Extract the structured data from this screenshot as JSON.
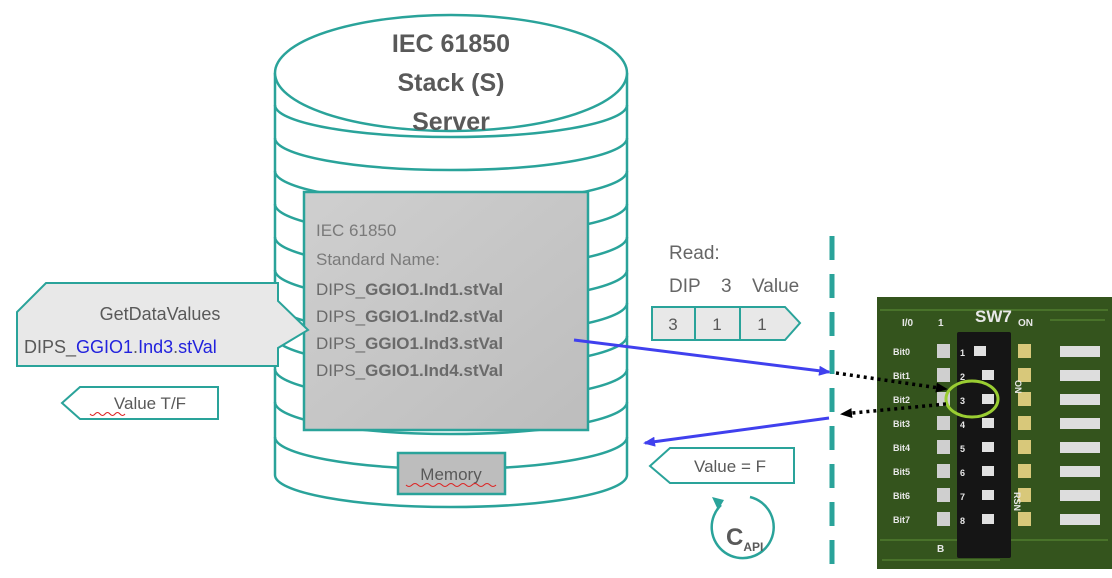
{
  "server": {
    "title_lines": [
      "IEC 61850",
      "Stack (S)",
      "Server"
    ]
  },
  "standard_box": {
    "heading_line1": "IEC 61850",
    "heading_line2": "Standard Name:",
    "signals": [
      {
        "prefix": "DIPS_",
        "mid": "GGIO1",
        "suffix": ".Ind1.stVal"
      },
      {
        "prefix": "DIPS_",
        "mid": "GGIO1",
        "suffix": ".Ind2.stVal"
      },
      {
        "prefix": "DIPS_",
        "mid": "GGIO1",
        "suffix": ".Ind3.stVal"
      },
      {
        "prefix": "DIPS_",
        "mid": "GGIO1",
        "suffix": ".Ind4.stVal"
      }
    ]
  },
  "memory_label": "Memory",
  "get_data_call": {
    "line1": "GetDataValues",
    "prefix": "DIPS_",
    "mid": "GGIO1",
    "sep1": ".",
    "ind": "Ind3",
    "sep2": ".",
    "stval": "stVal"
  },
  "value_tf_label": "Value T/F",
  "read": {
    "line1": "Read:",
    "dip_word": "DIP",
    "dip_num": "3",
    "value_word": "Value",
    "segments": [
      "3",
      "1",
      "1"
    ]
  },
  "value_f_label": "Value = F",
  "capi": {
    "main": "C",
    "sub": "API"
  },
  "pcb": {
    "sw_label": "SW7",
    "io_label": "I/0",
    "one_label": "1",
    "on_label": "ON",
    "on_vertical": "ON",
    "rsn_label": "RSN",
    "b_label": "B",
    "bits": [
      "Bit0",
      "Bit1",
      "Bit2",
      "Bit3",
      "Bit4",
      "Bit5",
      "Bit6",
      "Bit7"
    ],
    "switch_numbers": [
      "1",
      "2",
      "3",
      "4",
      "5",
      "6",
      "7",
      "8"
    ]
  },
  "colors": {
    "teal": "#2aa39a",
    "box_gray": "#c0c0c0",
    "arrow_blue": "#4040ee",
    "highlight_green": "#9acd32"
  }
}
